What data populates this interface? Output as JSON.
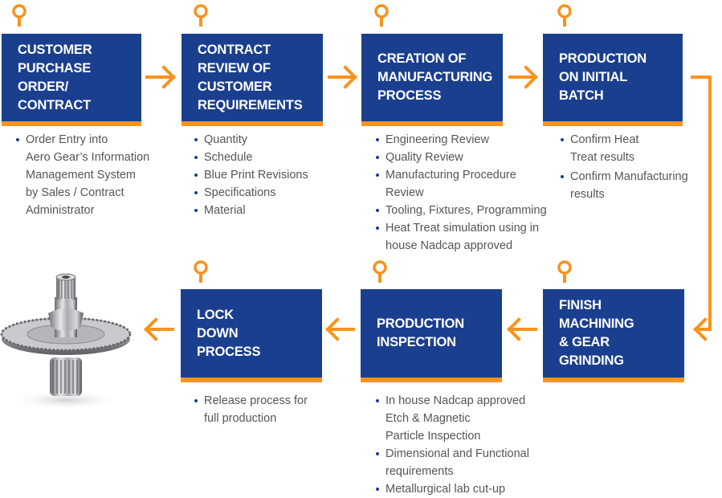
{
  "colors": {
    "box_fill": "#1b3f8f",
    "accent": "#f7931e",
    "bullet_text": "#555555"
  },
  "steps": [
    {
      "title_lines": [
        "CUSTOMER",
        "PURCHASE",
        "ORDER/",
        "CONTRACT"
      ],
      "bullets": [
        [
          "Order Entry into",
          "Aero Gear’s Information",
          "Management System",
          "by Sales / Contract",
          "Administrator"
        ]
      ]
    },
    {
      "title_lines": [
        "CONTRACT",
        "REVIEW OF",
        "CUSTOMER",
        "REQUIREMENTS"
      ],
      "bullets": [
        [
          "Quantity"
        ],
        [
          "Schedule"
        ],
        [
          "Blue Print Revisions"
        ],
        [
          "Specifications"
        ],
        [
          "Material"
        ]
      ]
    },
    {
      "title_lines": [
        "CREATION OF",
        "MANUFACTURING",
        "PROCESS"
      ],
      "bullets": [
        [
          "Engineering Review"
        ],
        [
          "Quality Review"
        ],
        [
          "Manufacturing Procedure",
          "Review"
        ],
        [
          "Tooling, Fixtures, Programming"
        ],
        [
          "Heat Treat simulation using in",
          "house Nadcap approved"
        ]
      ]
    },
    {
      "title_lines": [
        "PRODUCTION",
        "ON INITIAL",
        "BATCH"
      ],
      "bullets": [
        [
          "Confirm Heat",
          "Treat results"
        ],
        [
          "Confirm Manufacturing",
          "results"
        ]
      ]
    },
    {
      "title_lines": [
        "FINISH",
        "MACHINING",
        "& GEAR",
        "GRINDING"
      ],
      "bullets": []
    },
    {
      "title_lines": [
        "PRODUCTION",
        "INSPECTION"
      ],
      "bullets": [
        [
          "In house Nadcap approved",
          "Etch & Magnetic",
          "Particle Inspection"
        ],
        [
          "Dimensional and Functional",
          "requirements"
        ],
        [
          "Metallurgical lab cut-up"
        ]
      ]
    },
    {
      "title_lines": [
        "LOCK",
        "DOWN",
        "PROCESS"
      ],
      "bullets": [
        [
          "Release process for",
          "full production"
        ]
      ]
    }
  ],
  "icons": {
    "step_marker": "location-pin-icon",
    "connector": "arrow-icon",
    "product_image": "gear-shaft-icon"
  }
}
